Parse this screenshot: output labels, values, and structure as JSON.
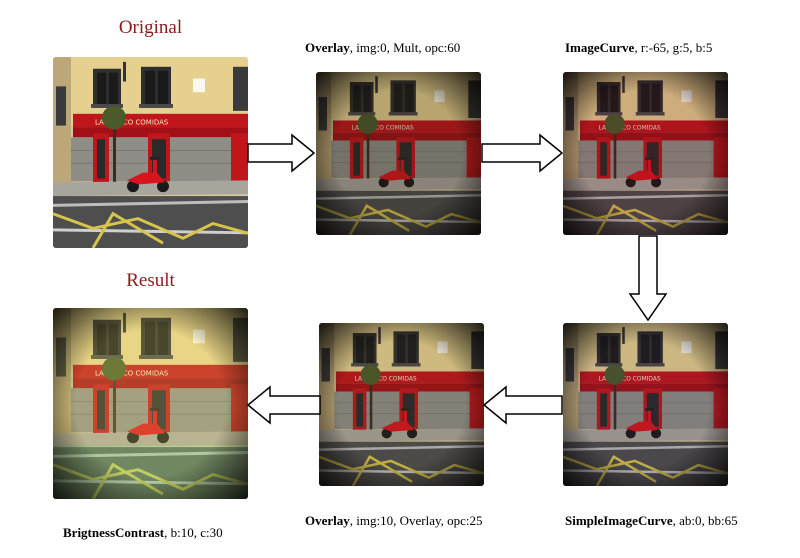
{
  "labels": {
    "original": "Original",
    "result": "Result"
  },
  "steps": [
    {
      "name": "Overlay",
      "params": ", img:0, Mult, opc:60"
    },
    {
      "name": "ImageCurve",
      "params": ", r:-65, g:5, b:5"
    },
    {
      "name": "SimpleImageCurve",
      "params": ", ab:0, bb:65"
    },
    {
      "name": "Overlay",
      "params": ",  img:10, Overlay, opc:25"
    },
    {
      "name": "BrigtnessContrast",
      "params": ", b:10, c:30"
    }
  ],
  "shop_sign": "LA CHIACO COMIDAS",
  "colors": {
    "title": "#8b1a1a",
    "storefront": "#c0151b",
    "wall": "#e6d08f",
    "scooter": "#d8141e",
    "road_lines": "#d7c44a"
  }
}
